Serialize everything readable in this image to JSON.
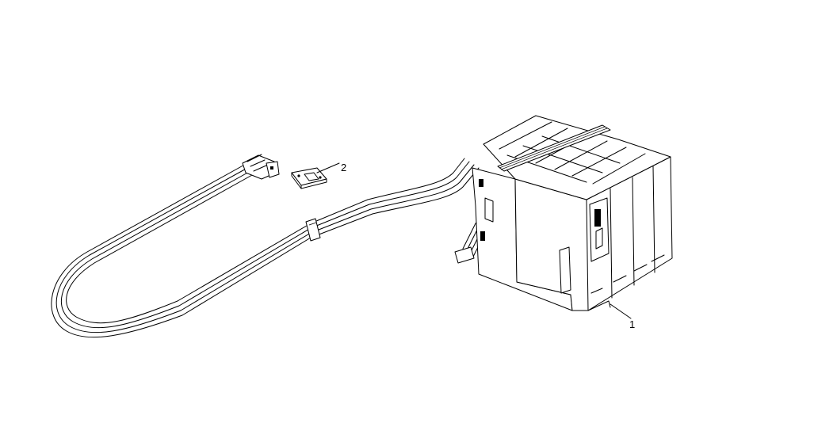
{
  "callouts": [
    {
      "id": "1",
      "label": "1",
      "part": "main-assembly"
    },
    {
      "id": "2",
      "label": "2",
      "part": "sensor-board"
    }
  ],
  "colors": {
    "line": "#000000",
    "background": "#ffffff"
  }
}
